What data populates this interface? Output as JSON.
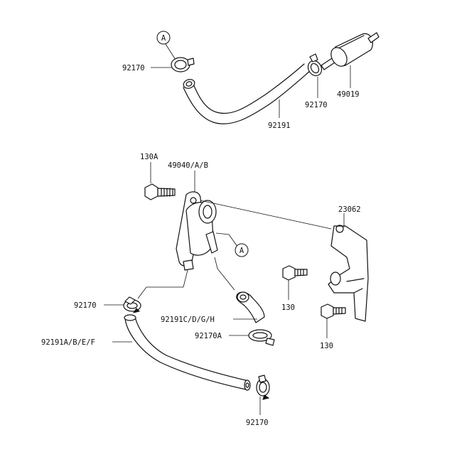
{
  "callouts": {
    "a_top": "A",
    "a_mid": "A"
  },
  "labels": {
    "clamp_top_left": "92170",
    "hose_top": "92191",
    "clamp_top_right": "92170",
    "fuel_filter": "49019",
    "bolt_130a": "130A",
    "fuel_pump": "49040/A/B",
    "bracket": "23062",
    "bolt_130_upper": "130",
    "bolt_130_lower": "130",
    "clamp_mid_left": "92170",
    "hose_short": "92191C/D/G/H",
    "clamp_92170a": "92170A",
    "hose_long": "92191A/B/E/F",
    "clamp_bottom": "92170"
  }
}
